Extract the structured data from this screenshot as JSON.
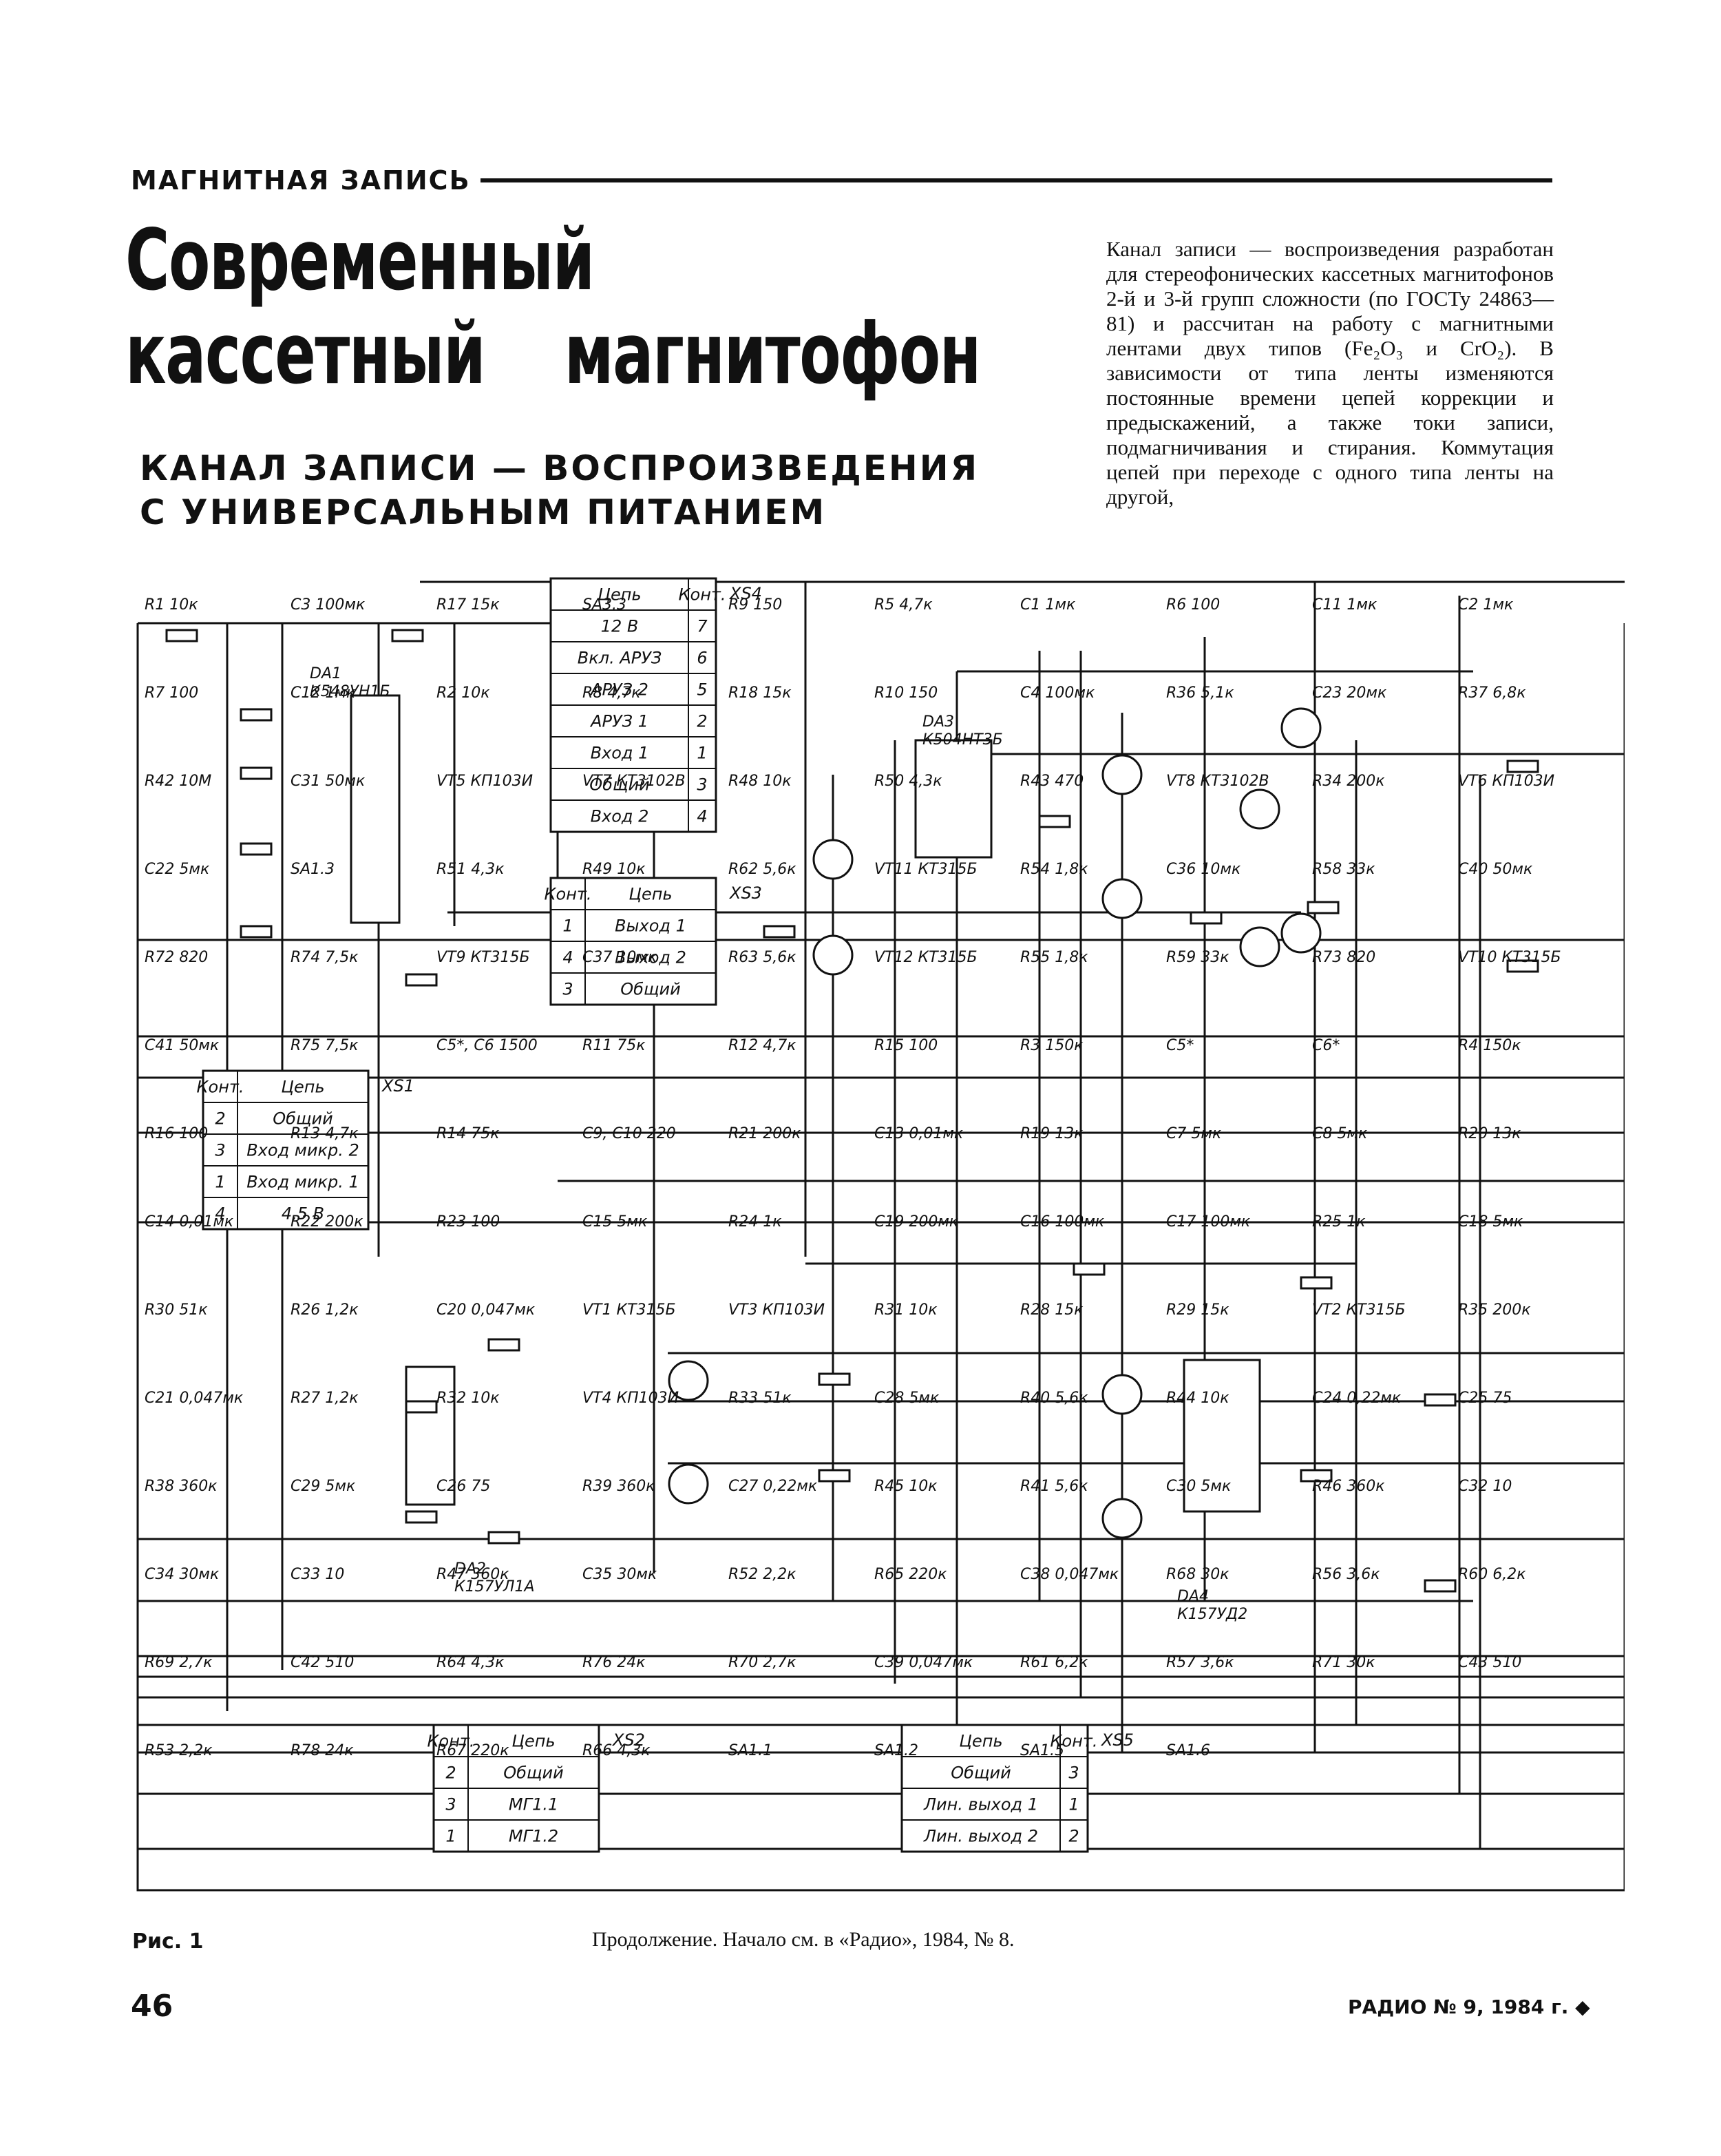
{
  "section": {
    "label": "МАГНИТНАЯ ЗАПИСЬ"
  },
  "article": {
    "title_line1": "Современный",
    "title_line2": "кассетный магнитофон",
    "subtitle_line1": "КАНАЛ ЗАПИСИ — ВОСПРОИЗВЕДЕНИЯ",
    "subtitle_line2": "С УНИВЕРСАЛЬНЫМ ПИТАНИЕМ",
    "intro_text": "Канал записи — воспроизведения разработан для стереофонических кассетных магнитофонов 2-й и 3-й групп сложности (по ГОСТу 24863—81) и рассчитан на работу с магнитными лентами двух типов (Fe₂O₃ и CrO₂). В зависимости от типа ленты изменяются постоянные времени цепей коррекции и предыскажений, а также токи записи, подмагничивания и стирания. Коммутация цепей при переходе с одного типа ленты на другой,"
  },
  "schematic": {
    "connectors": [
      {
        "id": "XS4",
        "header": [
          "Цепь",
          "Конт."
        ],
        "rows": [
          [
            "12 В",
            "7"
          ],
          [
            "Вкл. АРУЗ",
            "6"
          ],
          [
            "АРУЗ 2",
            "5"
          ],
          [
            "АРУЗ 1",
            "2"
          ],
          [
            "Вход 1",
            "1"
          ],
          [
            "Общий",
            "3"
          ],
          [
            "Вход 2",
            "4"
          ]
        ]
      },
      {
        "id": "XS3",
        "header": [
          "Конт.",
          "Цепь"
        ],
        "rows": [
          [
            "1",
            "Выход 1"
          ],
          [
            "4",
            "Выход 2"
          ],
          [
            "3",
            "Общий"
          ]
        ]
      },
      {
        "id": "XS1",
        "header": [
          "Конт.",
          "Цепь"
        ],
        "rows": [
          [
            "2",
            "Общий"
          ],
          [
            "3",
            "Вход микр. 2"
          ],
          [
            "1",
            "Вход микр. 1"
          ],
          [
            "4",
            "4,5 В"
          ]
        ]
      },
      {
        "id": "XS2",
        "header": [
          "Конт.",
          "Цепь"
        ],
        "rows": [
          [
            "2",
            "Общий"
          ],
          [
            "3",
            "МГ1.1"
          ],
          [
            "1",
            "МГ1.2"
          ]
        ]
      },
      {
        "id": "XS5",
        "header": [
          "Цепь",
          "Конт."
        ],
        "rows": [
          [
            "Общий",
            "3"
          ],
          [
            "Лин. выход 1",
            "1"
          ],
          [
            "Лин. выход 2",
            "2"
          ]
        ]
      }
    ],
    "ics": [
      {
        "id": "DA1",
        "type": "К548УН1Б"
      },
      {
        "id": "DA2",
        "type": "К157УЛ1А"
      },
      {
        "id": "DA3",
        "type": "К504НТ3Б"
      },
      {
        "id": "DA4",
        "type": "К157УД2"
      }
    ],
    "labels": [
      "R1 10к",
      "C3 100мк",
      "R17 15к",
      "SA3.3",
      "R9 150",
      "R5 4,7к",
      "C1 1мк",
      "R6 100",
      "C11 1мк",
      "C2 1мк",
      "R7 100",
      "C12 1мк",
      "R2 10к",
      "R8 4,7к",
      "R18 15к",
      "R10 150",
      "C4 100мк",
      "R36 5,1к",
      "C23 20мк",
      "R37 6,8к",
      "R42 10М",
      "C31 50мк",
      "VT5 КП103И",
      "VT7 КТ3102В",
      "R48 10к",
      "R50 4,3к",
      "R43 470",
      "VT8 КТ3102В",
      "R34 200к",
      "VT6 КП103И",
      "C22 5мк",
      "SA1.3",
      "R51 4,3к",
      "R49 10к",
      "R62 5,6к",
      "VT11 КТ315Б",
      "R54 1,8к",
      "C36 10мк",
      "R58 33к",
      "C40 50мк",
      "R72 820",
      "R74 7,5к",
      "VT9 КТ315Б",
      "C37 10мк",
      "R63 5,6к",
      "VT12 КТ315Б",
      "R55 1,8к",
      "R59 33к",
      "R73 820",
      "VT10 КТ315Б",
      "C41 50мк",
      "R75 7,5к",
      "C5*, C6 1500",
      "R11 75к",
      "R12 4,7к",
      "R15 100",
      "R3 150к",
      "C5*",
      "C6*",
      "R4 150к",
      "R16 100",
      "R13 4,7к",
      "R14 75к",
      "C9, C10 220",
      "R21 200к",
      "C13 0,01мк",
      "R19 13к",
      "C7 5мк",
      "C8 5мк",
      "R20 13к",
      "C14 0,01мк",
      "R22 200к",
      "R23 100",
      "C15 5мк",
      "R24 1к",
      "C19 200мк",
      "C16 100мк",
      "C17 100мк",
      "R25 1к",
      "C18 5мк",
      "R30 51к",
      "R26 1,2к",
      "C20 0,047мк",
      "VT1 КТ315Б",
      "VT3 КП103И",
      "R31 10к",
      "R28 15к",
      "R29 15к",
      "VT2 КТ315Б",
      "R35 200к",
      "C21 0,047мк",
      "R27 1,2к",
      "R32 10к",
      "VT4 КП103И",
      "R33 51к",
      "C28 5мк",
      "R40 5,6к",
      "R44 10к",
      "C24 0,22мк",
      "C25 75",
      "R38 360к",
      "C29 5мк",
      "C26 75",
      "R39 360к",
      "C27 0,22мк",
      "R45 10к",
      "R41 5,6к",
      "C30 5мк",
      "R46 360к",
      "C32 10",
      "C34 30мк",
      "C33 10",
      "R47 360к",
      "C35 30мк",
      "R52 2,2к",
      "R65 220к",
      "C38 0,047мк",
      "R68 30к",
      "R56 3,6к",
      "R60 6,2к",
      "R69 2,7к",
      "C42 510",
      "R64 4,3к",
      "R76 24к",
      "R70 2,7к",
      "C39 0,047мк",
      "R61 6,2к",
      "R57 3,6к",
      "R71 30к",
      "C43 510",
      "R53 2,2к",
      "R78 24к",
      "R67 220к",
      "R66 4,3к",
      "SA1.1",
      "SA1.2",
      "SA1.5",
      "SA1.6"
    ]
  },
  "footer": {
    "figure": "Рис. 1",
    "continuation": "Продолжение. Начало см. в «Радио», 1984, № 8.",
    "page_number": "46",
    "issue": "РАДИО № 9, 1984 г. ◆"
  }
}
